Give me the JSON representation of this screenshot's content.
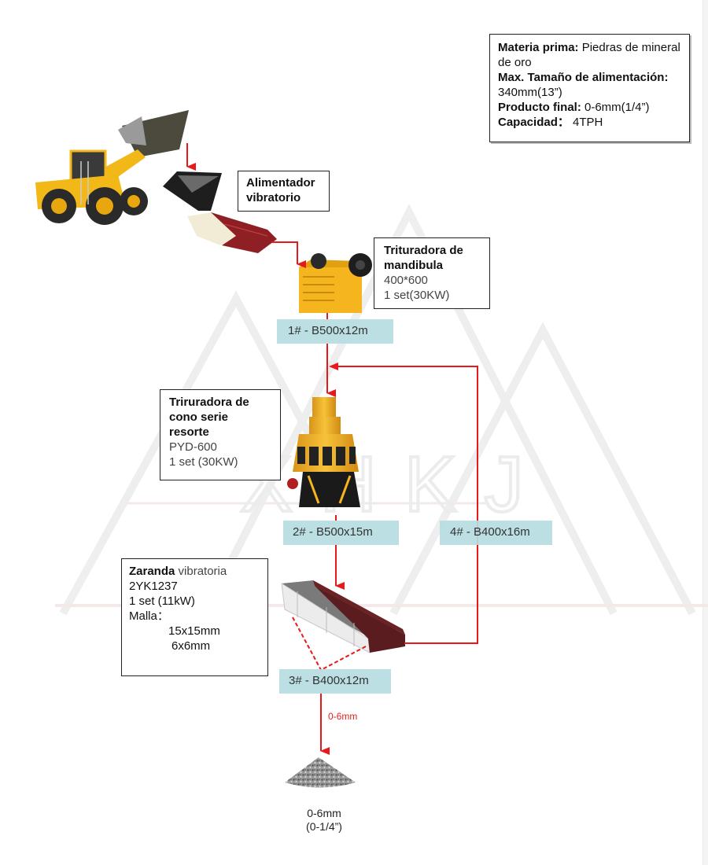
{
  "info_box": {
    "raw_material_label": "Materia prima:",
    "raw_material_value": " Piedras de mineral de oro",
    "max_feed_label": "Max. Tamaño de alimentación:",
    "max_feed_value": " 340mm(13”)",
    "final_product_label": "Producto final:",
    "final_product_value": " 0-6mm(1/4”)",
    "capacity_label": "Capacidad：",
    "capacity_value": " 4TPH"
  },
  "equipment": {
    "loader": {
      "name": "wheel-loader"
    },
    "feeder": {
      "title": "Alimentador vibratorio"
    },
    "jaw_crusher": {
      "title": "Trituradora de mandibula",
      "model": "400*600",
      "quantity": "1 set(30KW)"
    },
    "cone_crusher": {
      "title": "Triruradora de cono serie resorte",
      "model": "PYD-600",
      "quantity": "1 set  (30KW)"
    },
    "vibrating_screen": {
      "title_bold": "Zaranda",
      "title_rest": " vibratoria",
      "model": "2YK1237",
      "quantity": "1 set  (11kW)",
      "mesh_label": "Malla：",
      "mesh_sizes": [
        "15x15mm",
        "6x6mm"
      ]
    }
  },
  "belts": [
    {
      "id": "1#",
      "label": "1# - B500x12m"
    },
    {
      "id": "2#",
      "label": "2# - B500x15m"
    },
    {
      "id": "3#",
      "label": "3# - B400x12m"
    },
    {
      "id": "4#",
      "label": "4# - B400x16m"
    }
  ],
  "flow": {
    "output_label": "0-6mm",
    "product_size_mm": "0-6mm",
    "product_size_in": "(0-1/4”)"
  },
  "watermark": {
    "text": "XHKJ"
  },
  "colors": {
    "flow_line": "#e8191a",
    "belt_fill": "#b7dde1",
    "loader_yellow": "#f2b817",
    "crusher_yellow": "#f5b51f",
    "feeder_red": "#8e1f24",
    "screen_brown": "#6b2224"
  }
}
